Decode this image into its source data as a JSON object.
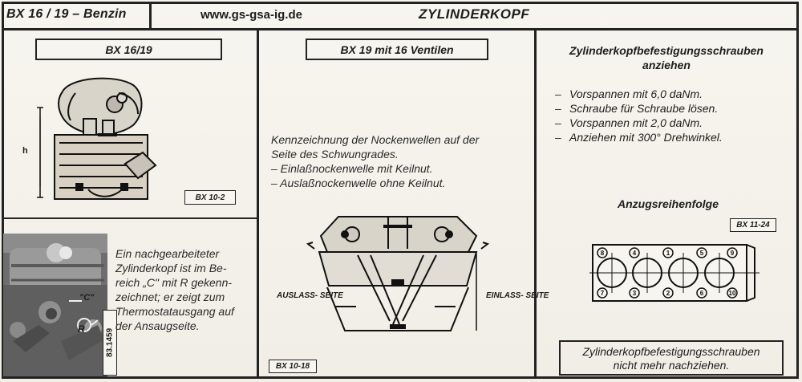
{
  "header": {
    "model": "BX 16 / 19 – Benzin",
    "url": "www.gs-gsa-ig.de",
    "section": "ZYLINDERKOPF"
  },
  "left": {
    "box_label": "BX 16/19",
    "figure_tag": "BX 10-2",
    "dimension_label": "h",
    "photo_code": "83.1459",
    "callout_c": "\"C\"",
    "callout_r": "R",
    "text_lines": [
      "Ein nachgearbeiteter",
      "Zylinderkopf ist im Be-",
      "reich „C\" mit R gekenn-",
      "zeichnet; er zeigt zum",
      "Thermostatausgang auf",
      "der Ansaugseite."
    ]
  },
  "middle": {
    "box_label": "BX 19 mit 16 Ventilen",
    "intro_lines": [
      "Kennzeichnung der Nockenwellen auf der",
      "Seite des Schwungrades."
    ],
    "bullets": [
      "– Einlaßnockenwelle mit Keilnut.",
      "– Auslaßnockenwelle ohne Keilnut."
    ],
    "left_side_label": "AUSLASS-\nSEITE",
    "right_side_label": "EINLASS-\nSEITE",
    "figure_tag": "BX 10-18"
  },
  "right": {
    "title_lines": [
      "Zylinderkopfbefestigungsschrauben",
      "anziehen"
    ],
    "steps": [
      {
        "text": "Vorspannen mit 6,0 daNm."
      },
      {
        "text": "Schraube für Schraube lösen."
      },
      {
        "text": "Vorspannen mit 2,0 daNm."
      },
      {
        "text": "Anziehen mit 300° Drehwinkel."
      }
    ],
    "sequence_title": "Anzugsreihenfolge",
    "figure_tag": "BX 11-24",
    "bolt_numbers_top": [
      "8",
      "4",
      "1",
      "5",
      "9"
    ],
    "bolt_numbers_bottom": [
      "7",
      "3",
      "2",
      "6",
      "10"
    ],
    "note_lines": [
      "Zylinderkopfbefestigungsschrauben",
      "nicht mehr nachziehen."
    ]
  }
}
